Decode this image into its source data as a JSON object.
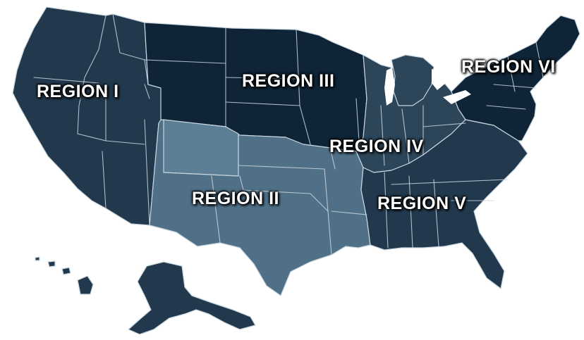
{
  "map": {
    "colors": {
      "dark_navy": "#0f2436",
      "slate": "#22394d",
      "mid_slate": "#2c4559",
      "steel_light": "#5d7f95",
      "steel_mid": "#4f7087",
      "border": "#c9d6df"
    },
    "regions": [
      {
        "id": "region-1",
        "label": "REGION I"
      },
      {
        "id": "region-2",
        "label": "REGION II"
      },
      {
        "id": "region-3",
        "label": "REGION III"
      },
      {
        "id": "region-4",
        "label": "REGION IV"
      },
      {
        "id": "region-5",
        "label": "REGION V"
      },
      {
        "id": "region-6",
        "label": "REGION VI"
      }
    ]
  }
}
